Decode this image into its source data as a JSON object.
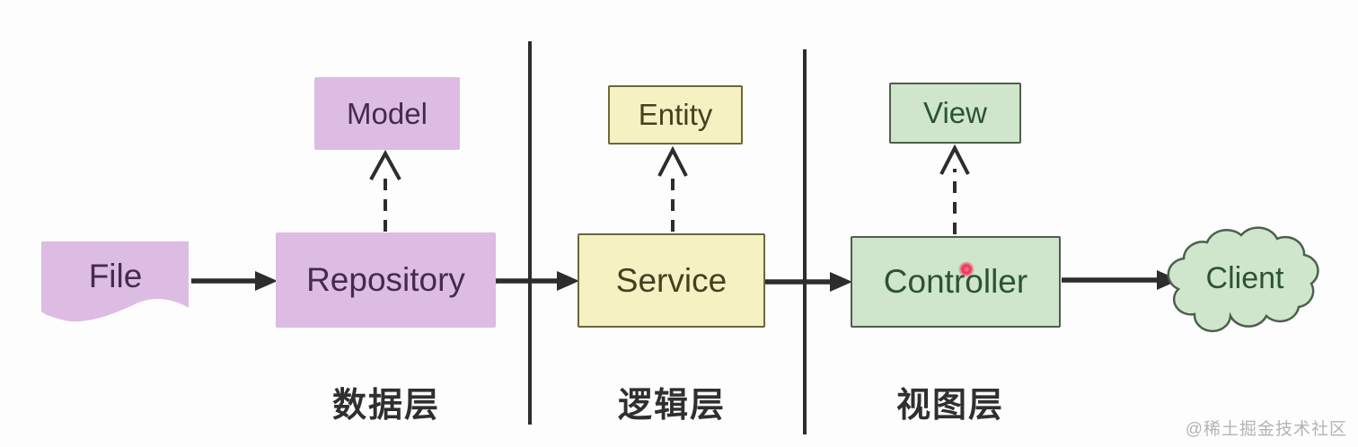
{
  "diagram": {
    "nodes": {
      "file": {
        "label": "File"
      },
      "repository": {
        "label": "Repository"
      },
      "model": {
        "label": "Model"
      },
      "service": {
        "label": "Service"
      },
      "entity": {
        "label": "Entity"
      },
      "controller": {
        "label": "Controller"
      },
      "view": {
        "label": "View"
      },
      "client": {
        "label": "Client"
      }
    },
    "layers": [
      {
        "label": "数据层"
      },
      {
        "label": "逻辑层"
      },
      {
        "label": "视图层"
      }
    ],
    "watermark": {
      "text": "@稀土掘金技术社区"
    },
    "colors": {
      "purple_fill": "#dcbce3",
      "purple_text": "#452a4d",
      "yellow_fill": "#f6f1c2",
      "yellow_border": "#6a683c",
      "yellow_text": "#44411f",
      "green_fill": "#cfe6cc",
      "green_border": "#4d5f4e",
      "green_text": "#2d5233",
      "line": "#2d2d2d",
      "layer_label_text": "#2f2f2f",
      "pointer_dot": "#f02c55",
      "watermark_text": "#b4b4b4"
    }
  }
}
